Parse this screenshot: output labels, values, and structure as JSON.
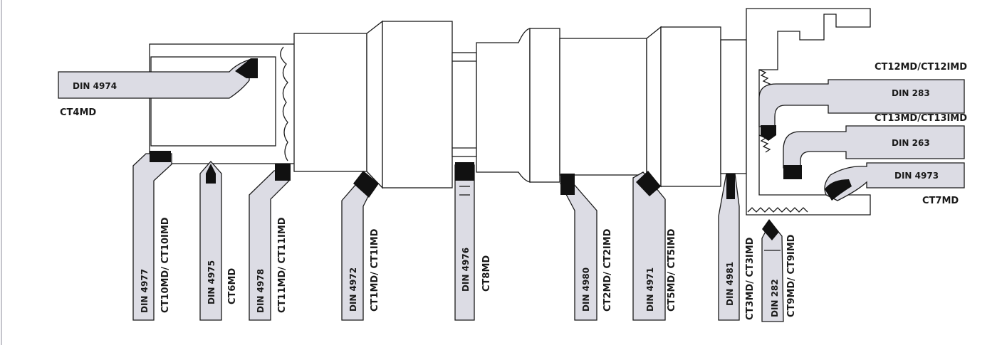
{
  "colors": {
    "tool_fill": "#dcdce4",
    "outline": "#1a1a1a",
    "insert": "#111111",
    "background": "#ffffff",
    "side_rule": "#c5c5cc"
  },
  "tools": [
    {
      "id": "din-4974",
      "din": "DIN 4974",
      "ct": "CT4MD"
    },
    {
      "id": "din-283",
      "din": "DIN 283",
      "ct": "CT12MD/CT12IMD"
    },
    {
      "id": "din-263",
      "din": "DIN 263",
      "ct": "CT13MD/CT13IMD"
    },
    {
      "id": "din-4973",
      "din": "DIN 4973",
      "ct": "CT7MD"
    },
    {
      "id": "din-4977",
      "din": "DIN 4977",
      "ct": "CT10MD/ CT10IMD"
    },
    {
      "id": "din-4975",
      "din": "DIN 4975",
      "ct": "CT6MD"
    },
    {
      "id": "din-4978",
      "din": "DIN 4978",
      "ct": "CT11MD/ CT11IMD"
    },
    {
      "id": "din-4972",
      "din": "DIN 4972",
      "ct": "CT1MD/ CT1IMD"
    },
    {
      "id": "din-4976",
      "din": "DIN 4976",
      "ct": "CT8MD"
    },
    {
      "id": "din-4980",
      "din": "DIN 4980",
      "ct": "CT2MD/ CT2IMD"
    },
    {
      "id": "din-4971",
      "din": "DIN 4971",
      "ct": "CT5MD/ CT5IMD"
    },
    {
      "id": "din-4981",
      "din": "DIN 4981",
      "ct": "CT3MD/ CT3IMD"
    },
    {
      "id": "din-282",
      "din": "DIN 282",
      "ct": "CT9MD/ CT9IMD"
    }
  ]
}
